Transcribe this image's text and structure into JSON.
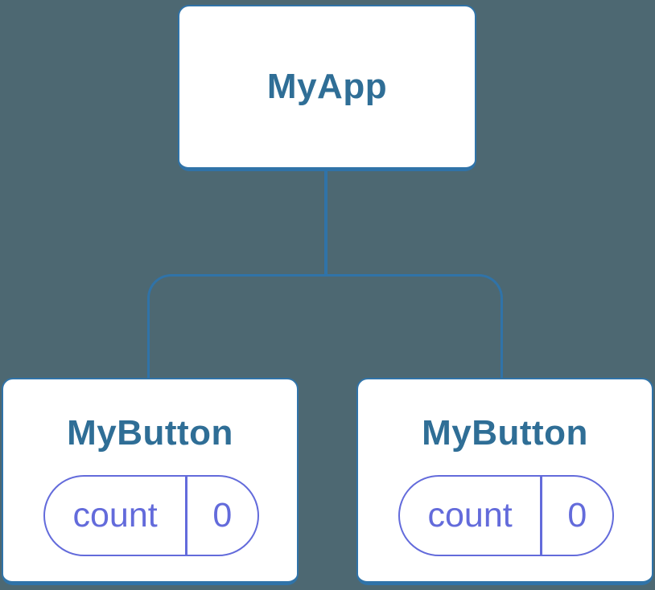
{
  "colors": {
    "background": "#4D6872",
    "line-blue": "#3073A8",
    "text-blue": "#2F6E96",
    "purple": "#636BDB",
    "node-fill": "#FFFFFF"
  },
  "tree": {
    "root": {
      "label": "MyApp"
    },
    "children": [
      {
        "label": "MyButton",
        "state_pill": {
          "name": "count",
          "value": "0"
        }
      },
      {
        "label": "MyButton",
        "state_pill": {
          "name": "count",
          "value": "0"
        }
      }
    ]
  }
}
